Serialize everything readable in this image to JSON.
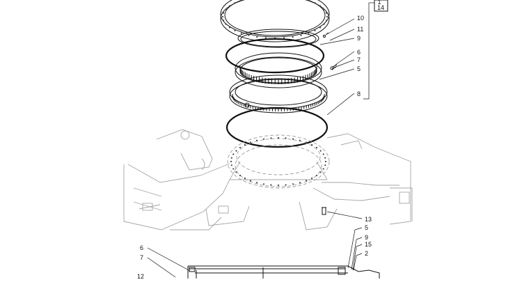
{
  "callouts": {
    "c1": "1",
    "c14": "14",
    "c10": "10",
    "c11": "11",
    "c9a": "9",
    "c6a": "6",
    "c7a": "7",
    "c5a": "5",
    "c8": "8",
    "c13": "13",
    "c5b": "5",
    "c9b": "9",
    "c15": "15",
    "c2": "2",
    "c6b": "6",
    "c7b": "7",
    "c12": "12"
  }
}
